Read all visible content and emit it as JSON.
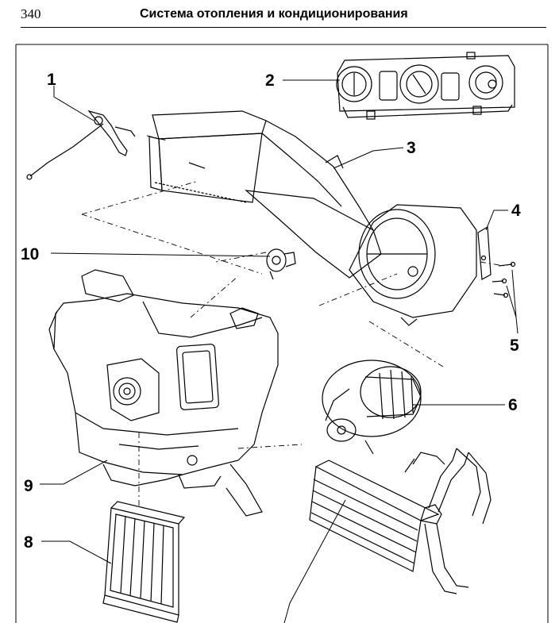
{
  "header": {
    "page_number": "340",
    "title": "Система отопления и кондиционирования"
  },
  "diagram": {
    "callouts": [
      "1",
      "2",
      "3",
      "4",
      "5",
      "6",
      "8",
      "9",
      "10"
    ]
  }
}
